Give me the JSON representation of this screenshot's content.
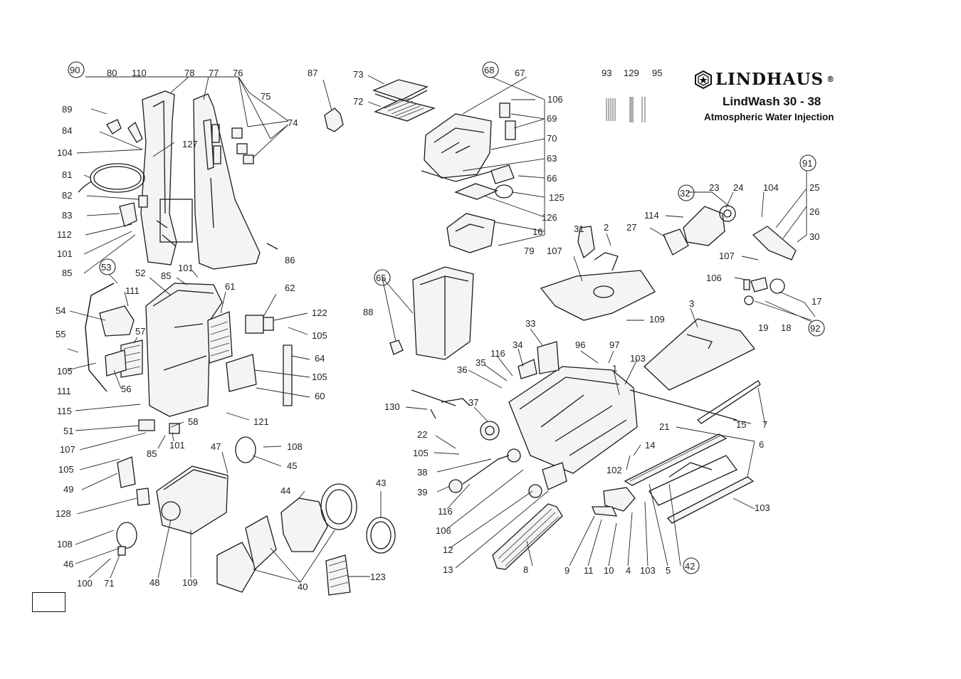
{
  "brand": {
    "name": "LINDHAUS",
    "reg_mark": "®",
    "model": "LindWash 30 - 38",
    "subtitle": "Atmospheric Water Injection",
    "logo_icon": "lindhaus-hexagon-logo-icon"
  },
  "callouts": [
    {
      "id": "c90",
      "text": "90",
      "circled": true
    },
    {
      "id": "c80",
      "text": "80"
    },
    {
      "id": "c110",
      "text": "110"
    },
    {
      "id": "c78",
      "text": "78"
    },
    {
      "id": "c77",
      "text": "77"
    },
    {
      "id": "c76",
      "text": "76"
    },
    {
      "id": "c75",
      "text": "75"
    },
    {
      "id": "c74",
      "text": "74"
    },
    {
      "id": "c89",
      "text": "89"
    },
    {
      "id": "c84",
      "text": "84"
    },
    {
      "id": "c104a",
      "text": "104"
    },
    {
      "id": "c127",
      "text": "127"
    },
    {
      "id": "c81",
      "text": "81"
    },
    {
      "id": "c82",
      "text": "82"
    },
    {
      "id": "c83",
      "text": "83"
    },
    {
      "id": "c112",
      "text": "112"
    },
    {
      "id": "c101a",
      "text": "101"
    },
    {
      "id": "c85a",
      "text": "85"
    },
    {
      "id": "c86",
      "text": "86"
    },
    {
      "id": "c87",
      "text": "87"
    },
    {
      "id": "c73",
      "text": "73"
    },
    {
      "id": "c72",
      "text": "72"
    },
    {
      "id": "c68",
      "text": "68",
      "circled": true
    },
    {
      "id": "c67",
      "text": "67"
    },
    {
      "id": "c106a",
      "text": "106"
    },
    {
      "id": "c69",
      "text": "69"
    },
    {
      "id": "c70",
      "text": "70"
    },
    {
      "id": "c63",
      "text": "63"
    },
    {
      "id": "c66",
      "text": "66"
    },
    {
      "id": "c125",
      "text": "125"
    },
    {
      "id": "c126",
      "text": "126"
    },
    {
      "id": "c16",
      "text": "16"
    },
    {
      "id": "c79",
      "text": "79"
    },
    {
      "id": "c93",
      "text": "93"
    },
    {
      "id": "c129",
      "text": "129"
    },
    {
      "id": "c95",
      "text": "95"
    },
    {
      "id": "c91",
      "text": "91",
      "circled": true
    },
    {
      "id": "c32",
      "text": "32",
      "circled": true
    },
    {
      "id": "c23",
      "text": "23"
    },
    {
      "id": "c24",
      "text": "24"
    },
    {
      "id": "c104b",
      "text": "104"
    },
    {
      "id": "c25",
      "text": "25"
    },
    {
      "id": "c26",
      "text": "26"
    },
    {
      "id": "c30",
      "text": "30"
    },
    {
      "id": "c114",
      "text": "114"
    },
    {
      "id": "c27",
      "text": "27"
    },
    {
      "id": "c31",
      "text": "31"
    },
    {
      "id": "c2",
      "text": "2"
    },
    {
      "id": "c107a",
      "text": "107"
    },
    {
      "id": "c107b",
      "text": "107"
    },
    {
      "id": "c106b",
      "text": "106"
    },
    {
      "id": "c17",
      "text": "17"
    },
    {
      "id": "c19",
      "text": "19"
    },
    {
      "id": "c18",
      "text": "18"
    },
    {
      "id": "c92",
      "text": "92",
      "circled": true
    },
    {
      "id": "c109a",
      "text": "109"
    },
    {
      "id": "c3",
      "text": "3"
    },
    {
      "id": "c53",
      "text": "53",
      "circled": true
    },
    {
      "id": "c52",
      "text": "52"
    },
    {
      "id": "c85b",
      "text": "85"
    },
    {
      "id": "c101b",
      "text": "101"
    },
    {
      "id": "c61",
      "text": "61"
    },
    {
      "id": "c62",
      "text": "62"
    },
    {
      "id": "c122",
      "text": "122"
    },
    {
      "id": "c105a",
      "text": "105"
    },
    {
      "id": "c64",
      "text": "64"
    },
    {
      "id": "c105b",
      "text": "105"
    },
    {
      "id": "c60",
      "text": "60"
    },
    {
      "id": "c54",
      "text": "54"
    },
    {
      "id": "c111a",
      "text": "111"
    },
    {
      "id": "c57",
      "text": "57"
    },
    {
      "id": "c55",
      "text": "55"
    },
    {
      "id": "c105c",
      "text": "105"
    },
    {
      "id": "c56",
      "text": "56"
    },
    {
      "id": "c111b",
      "text": "111"
    },
    {
      "id": "c115",
      "text": "115"
    },
    {
      "id": "c51",
      "text": "51"
    },
    {
      "id": "c107c",
      "text": "107"
    },
    {
      "id": "c121",
      "text": "121"
    },
    {
      "id": "c58",
      "text": "58"
    },
    {
      "id": "c85c",
      "text": "85"
    },
    {
      "id": "c101c",
      "text": "101"
    },
    {
      "id": "c65",
      "text": "65",
      "circled": true
    },
    {
      "id": "c88",
      "text": "88"
    },
    {
      "id": "c33",
      "text": "33"
    },
    {
      "id": "c34",
      "text": "34"
    },
    {
      "id": "c116a",
      "text": "116"
    },
    {
      "id": "c35",
      "text": "35"
    },
    {
      "id": "c36",
      "text": "36"
    },
    {
      "id": "c96",
      "text": "96"
    },
    {
      "id": "c97",
      "text": "97"
    },
    {
      "id": "c103a",
      "text": "103"
    },
    {
      "id": "c1",
      "text": "1"
    },
    {
      "id": "c15",
      "text": "15"
    },
    {
      "id": "c7",
      "text": "7"
    },
    {
      "id": "c130",
      "text": "130"
    },
    {
      "id": "c37",
      "text": "37"
    },
    {
      "id": "c22",
      "text": "22"
    },
    {
      "id": "c105d",
      "text": "105"
    },
    {
      "id": "c38",
      "text": "38"
    },
    {
      "id": "c39",
      "text": "39"
    },
    {
      "id": "c116b",
      "text": "116"
    },
    {
      "id": "c106c",
      "text": "106"
    },
    {
      "id": "c12",
      "text": "12"
    },
    {
      "id": "c13",
      "text": "13"
    },
    {
      "id": "c8",
      "text": "8"
    },
    {
      "id": "c14",
      "text": "14"
    },
    {
      "id": "c102",
      "text": "102"
    },
    {
      "id": "c21",
      "text": "21"
    },
    {
      "id": "c6",
      "text": "6"
    },
    {
      "id": "c103b",
      "text": "103"
    },
    {
      "id": "c9",
      "text": "9"
    },
    {
      "id": "c11",
      "text": "11"
    },
    {
      "id": "c10",
      "text": "10"
    },
    {
      "id": "c4",
      "text": "4"
    },
    {
      "id": "c103c",
      "text": "103"
    },
    {
      "id": "c5",
      "text": "5"
    },
    {
      "id": "c42",
      "text": "42",
      "circled": true
    },
    {
      "id": "c47",
      "text": "47"
    },
    {
      "id": "c108a",
      "text": "108"
    },
    {
      "id": "c45",
      "text": "45"
    },
    {
      "id": "c105e",
      "text": "105"
    },
    {
      "id": "c49",
      "text": "49"
    },
    {
      "id": "c128",
      "text": "128"
    },
    {
      "id": "c44",
      "text": "44"
    },
    {
      "id": "c43",
      "text": "43"
    },
    {
      "id": "c108b",
      "text": "108"
    },
    {
      "id": "c46",
      "text": "46"
    },
    {
      "id": "c100",
      "text": "100"
    },
    {
      "id": "c71",
      "text": "71"
    },
    {
      "id": "c48",
      "text": "48"
    },
    {
      "id": "c109b",
      "text": "109"
    },
    {
      "id": "c40",
      "text": "40"
    },
    {
      "id": "c123",
      "text": "123"
    }
  ],
  "page_box_text": ""
}
